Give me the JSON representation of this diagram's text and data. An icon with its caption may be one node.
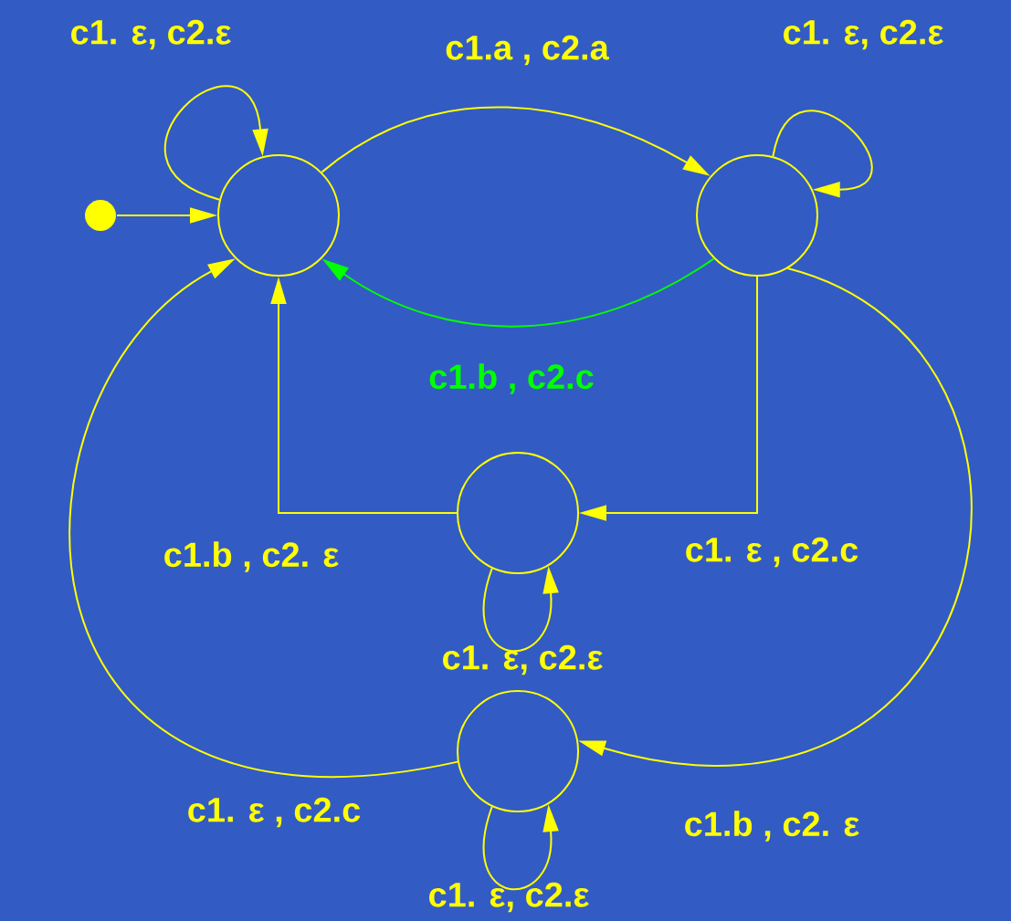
{
  "diagram": {
    "nodes": [
      {
        "text": [],
        "shape": "dot"
      },
      {
        "text": [],
        "shape": "circle"
      },
      {
        "text": [],
        "shape": "circle"
      },
      {
        "text": [],
        "shape": "circle"
      },
      {
        "text": [],
        "shape": "circle"
      }
    ],
    "edges": [
      {
        "from": 0,
        "to": 1,
        "arrow": "to"
      },
      {
        "from": 1,
        "to": 1,
        "arrow": "to",
        "label": "c1. ε,  c2.ε"
      },
      {
        "from": 1,
        "to": 2,
        "arrow": "to",
        "label": "c1.a , c2.a"
      },
      {
        "from": 2,
        "to": 2,
        "arrow": "to",
        "label": "c1. ε,  c2.ε"
      },
      {
        "from": 2,
        "to": 1,
        "arrow": "to",
        "label": "c1.b , c2.c",
        "color": "#00ff00"
      },
      {
        "from": 2,
        "to": 3,
        "arrow": "to",
        "label": "c1. ε , c2.c"
      },
      {
        "from": 3,
        "to": 1,
        "arrow": "to",
        "label": "c1.b , c2. ε"
      },
      {
        "from": 3,
        "to": 3,
        "arrow": "to",
        "label": "c1. ε,  c2.ε"
      },
      {
        "from": 2,
        "to": 4,
        "arrow": "to",
        "label": "c1.b , c2. ε"
      },
      {
        "from": 4,
        "to": 4,
        "arrow": "to",
        "label": "c1. ε,  c2.ε"
      },
      {
        "from": 4,
        "to": 1,
        "arrow": "to",
        "label": "c1. ε , c2.c"
      }
    ]
  }
}
